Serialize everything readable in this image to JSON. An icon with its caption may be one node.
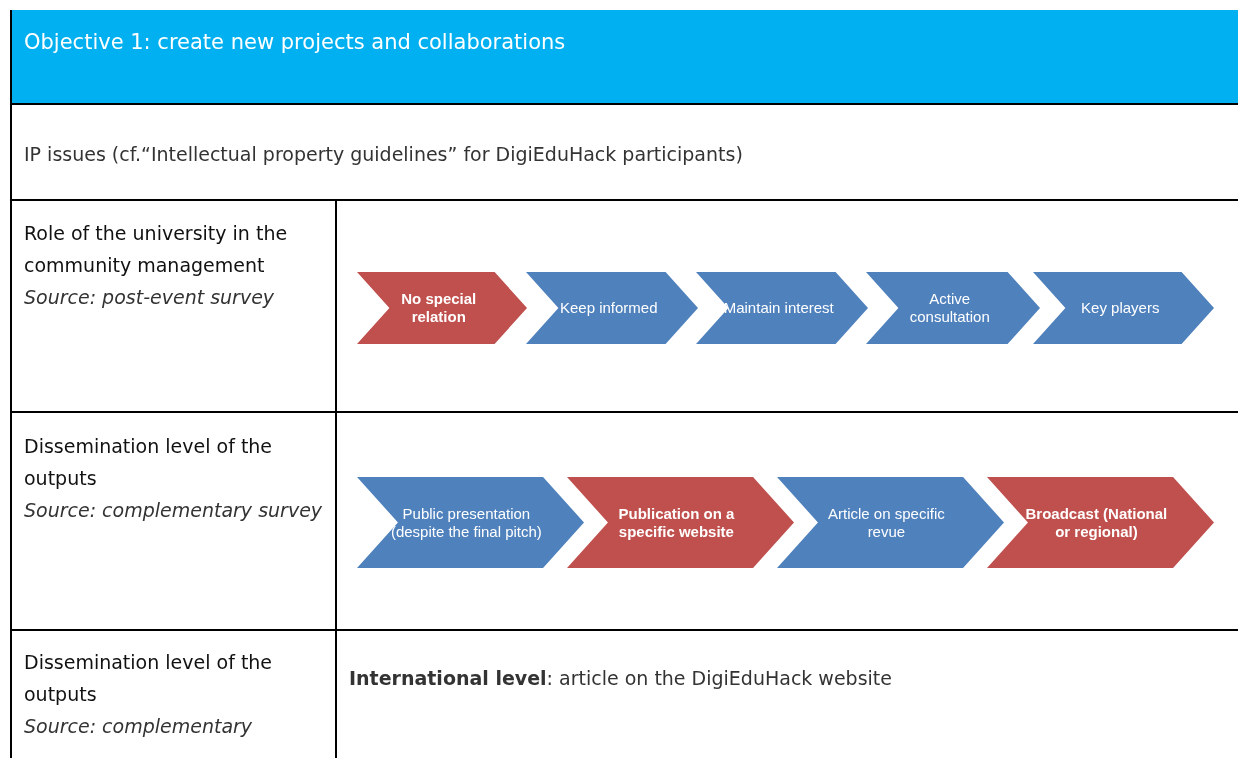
{
  "diagram": {
    "nodes": [
      {
        "text": [
          "No special relation"
        ]
      },
      {
        "text": [
          "Keep informed"
        ]
      },
      {
        "text": [
          "Maintain interest"
        ]
      },
      {
        "text": [
          "Active consultation"
        ]
      },
      {
        "text": [
          "Key players"
        ]
      },
      {
        "text": [
          "Public presentation (despite the final pitch)"
        ]
      },
      {
        "text": [
          "Publication on a specific website"
        ]
      },
      {
        "text": [
          "Article on specific revue"
        ]
      },
      {
        "text": [
          "Broadcast (National or regional)"
        ]
      }
    ],
    "edges": [],
    "labels": [
      "Objective 1: create new projects and collaborations",
      "IP issues (cf.“Intellectual property guidelines” for DigiEduHack participants)",
      "Role of the university in the community management",
      "Source: post-event survey",
      "Dissemination level of the outputs",
      "Source: complementary survey",
      "Dissemination level of the outputs",
      "Source: complementary",
      "**International level**: article on the DigiEduHack website"
    ]
  }
}
